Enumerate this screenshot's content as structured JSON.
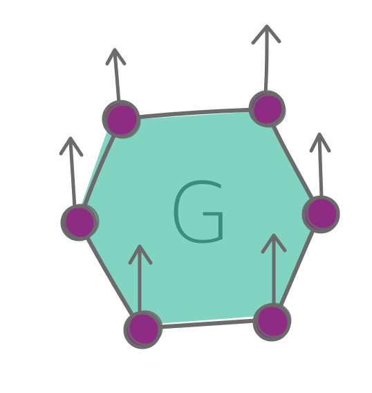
{
  "diagram": {
    "center_label": "G",
    "node_count": 6,
    "arrow_count": 6,
    "arrow_direction": "up"
  },
  "colors": {
    "hexagon_fill": "#82D4C2",
    "edge": "#6B6B6B",
    "node_fill": "#8E2C84",
    "arrow": "#6B6B6B",
    "label": "#3A8F7C"
  }
}
